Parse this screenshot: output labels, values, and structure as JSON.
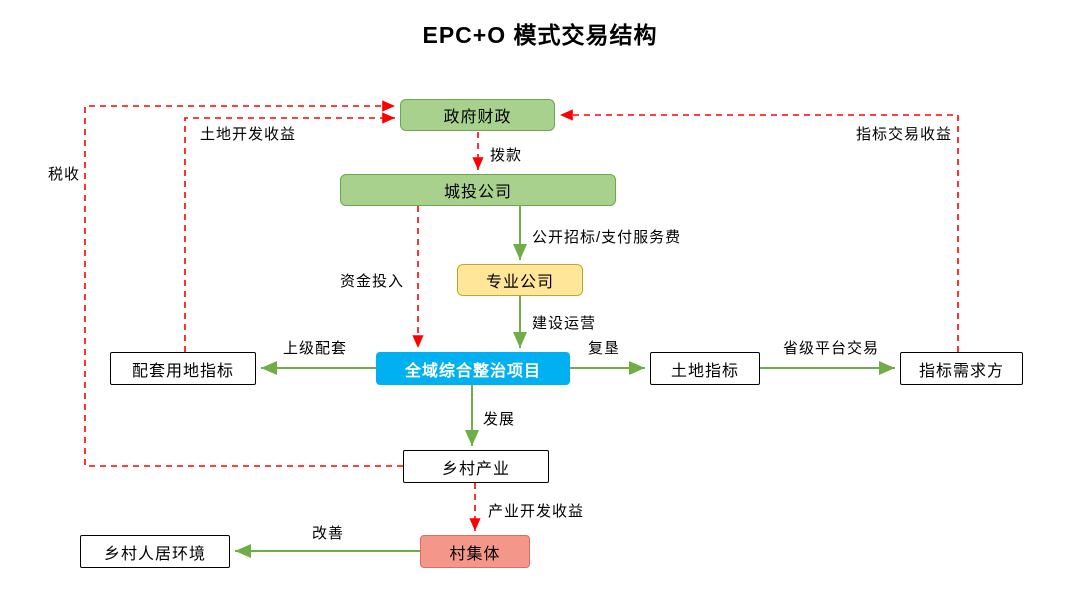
{
  "title": "EPC+O 模式交易结构",
  "colors": {
    "green_fill": "#A9D18E",
    "green_border": "#6AA84F",
    "yellow_fill": "#FFE699",
    "yellow_border": "#C9A227",
    "blue_fill": "#00B0F0",
    "pink_fill": "#F4978A",
    "white_fill": "#FFFFFF",
    "arrow_green": "#70AD47",
    "arrow_red": "#FF0000",
    "text": "#000000"
  },
  "nodes": {
    "government": {
      "label": "政府财政"
    },
    "city_investment": {
      "label": "城投公司"
    },
    "professional": {
      "label": "专业公司"
    },
    "project": {
      "label": "全域综合整治项目"
    },
    "supporting_land": {
      "label": "配套用地指标"
    },
    "land_indicator": {
      "label": "土地指标"
    },
    "indicator_demand": {
      "label": "指标需求方"
    },
    "rural_industry": {
      "label": "乡村产业"
    },
    "village_collective": {
      "label": "村集体"
    },
    "rural_environment": {
      "label": "乡村人居环境"
    }
  },
  "edges": {
    "allocation": {
      "label": "拨款"
    },
    "bidding": {
      "label": "公开招标/支付服务费"
    },
    "construction": {
      "label": "建设运营"
    },
    "capital": {
      "label": "资金投入"
    },
    "superior_support": {
      "label": "上级配套"
    },
    "reclamation": {
      "label": "复垦"
    },
    "provincial_trade": {
      "label": "省级平台交易"
    },
    "development": {
      "label": "发展"
    },
    "industry_income": {
      "label": "产业开发收益"
    },
    "improvement": {
      "label": "改善"
    },
    "tax": {
      "label": "税收"
    },
    "land_income": {
      "label": "土地开发收益"
    },
    "indicator_income": {
      "label": "指标交易收益"
    }
  }
}
